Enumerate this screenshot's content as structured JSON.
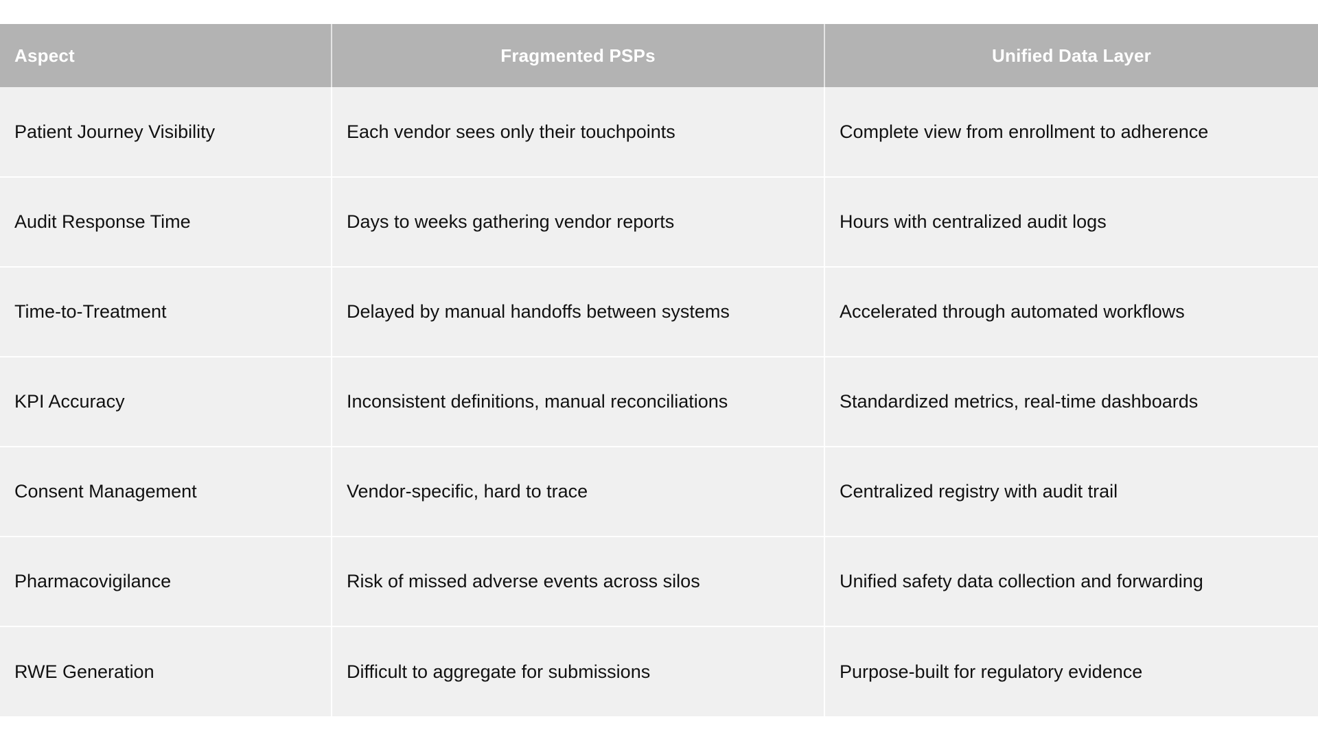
{
  "table": {
    "headers": [
      "Aspect",
      "Fragmented PSPs",
      "Unified Data Layer"
    ],
    "rows": [
      [
        "Patient Journey Visibility",
        "Each vendor sees only their touchpoints",
        "Complete view from enrollment to adherence"
      ],
      [
        "Audit Response Time",
        "Days to weeks gathering vendor reports",
        "Hours with centralized audit logs"
      ],
      [
        "Time-to-Treatment",
        "Delayed by manual handoffs between systems",
        "Accelerated through automated workflows"
      ],
      [
        "KPI Accuracy",
        "Inconsistent definitions, manual reconciliations",
        "Standardized metrics, real-time dashboards"
      ],
      [
        "Consent Management",
        "Vendor-specific, hard to trace",
        "Centralized registry with audit trail"
      ],
      [
        "Pharmacovigilance",
        "Risk of missed adverse events across silos",
        "Unified safety data collection and forwarding"
      ],
      [
        "RWE Generation",
        "Difficult to aggregate for submissions",
        "Purpose-built for regulatory evidence"
      ]
    ]
  },
  "colors": {
    "header_bg": "#b3b3b3",
    "header_text": "#ffffff",
    "cell_bg": "#f0f0f0",
    "cell_text": "#111111",
    "grid_line": "#ffffff"
  }
}
